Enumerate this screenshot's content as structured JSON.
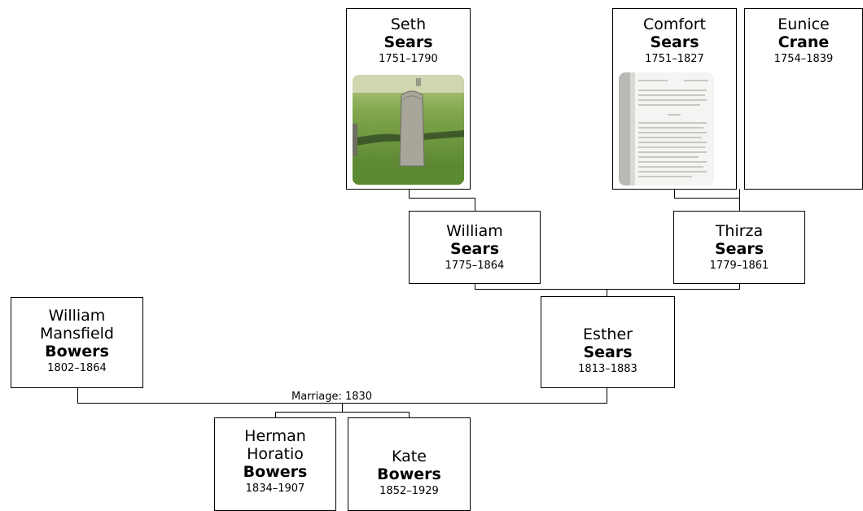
{
  "people": {
    "seth": {
      "given": "Seth",
      "surname": "Sears",
      "dates": "1751–1790"
    },
    "comfort": {
      "given": "Comfort",
      "surname": "Sears",
      "dates": "1751–1827"
    },
    "eunice": {
      "given": "Eunice",
      "surname": "Crane",
      "dates": "1754–1839"
    },
    "william_sears": {
      "given": "William",
      "surname": "Sears",
      "dates": "1775–1864"
    },
    "thirza": {
      "given": "Thirza",
      "surname": "Sears",
      "dates": "1779–1861"
    },
    "william_bowers": {
      "given_line1": "William",
      "given_line2": "Mansfield",
      "surname": "Bowers",
      "dates": "1802–1864"
    },
    "esther": {
      "given": "Esther",
      "surname": "Sears",
      "dates": "1813–1883"
    },
    "herman": {
      "given_line1": "Herman",
      "given_line2": "Horatio",
      "surname": "Bowers",
      "dates": "1834–1907"
    },
    "kate": {
      "given": "Kate",
      "surname": "Bowers",
      "dates": "1852–1929"
    }
  },
  "marriage_label": "Marriage: 1830",
  "photos": {
    "seth": "gravestone-photo",
    "comfort": "document-scan"
  }
}
